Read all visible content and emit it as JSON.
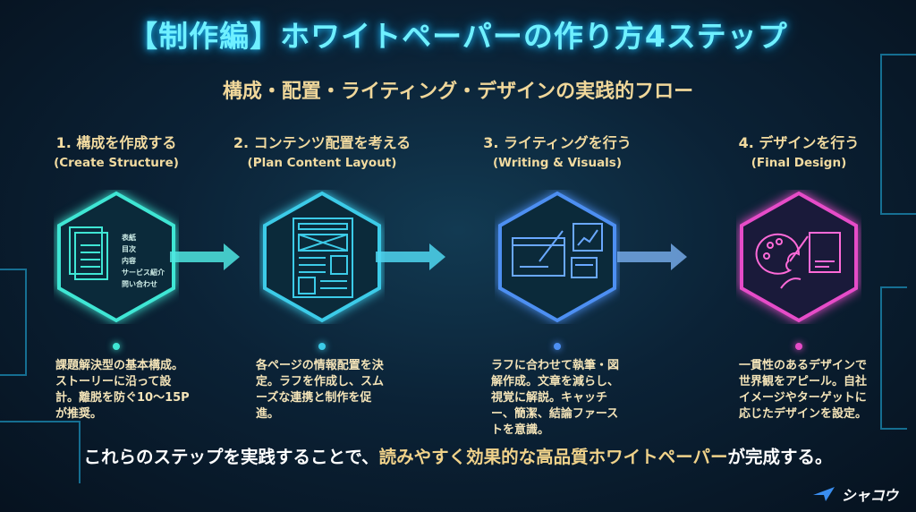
{
  "title": "【制作編】ホワイトペーパーの作り方4ステップ",
  "subtitle": "構成・配置・ライティング・デザインの実践的フロー",
  "steps": [
    {
      "heading": "1. 構成を作成する",
      "sub": "(Create Structure)",
      "color": "#3fe6d4",
      "icon": "documents-icon",
      "labels": [
        "表紙",
        "目次",
        "内容",
        "サービス紹介",
        "問い合わせ"
      ],
      "desc": "課題解決型の基本構成。ストーリーに沿って設計。離脱を防ぐ10〜15Pが推奨。"
    },
    {
      "heading": "2. コンテンツ配置を考える",
      "sub": "(Plan Content Layout)",
      "color": "#3ccbe8",
      "icon": "layout-wireframe-icon",
      "desc": "各ページの情報配置を決定。ラフを作成し、スムーズな連携と制作を促進。"
    },
    {
      "heading": "3. ライティングを行う",
      "sub": "(Writing & Visuals)",
      "color": "#4d8ff2",
      "icon": "writing-chart-icon",
      "desc": "ラフに合わせて執筆・図解作成。文章を減らし、視覚に解説。キャッチー、簡潔、結論ファーストを意識。"
    },
    {
      "heading": "4. デザインを行う",
      "sub": "(Final Design)",
      "color": "#e64cc8",
      "icon": "palette-design-icon",
      "desc": "一貫性のあるデザインで世界観をアピール。自社イメージやターゲットに応じたデザインを設定。"
    }
  ],
  "bottom": {
    "pre": "これらのステップを実践することで、",
    "highlight": "読みやすく効果的な高品質ホワイトペーパー",
    "post": "が完成する。"
  },
  "logo": "シャコウ"
}
